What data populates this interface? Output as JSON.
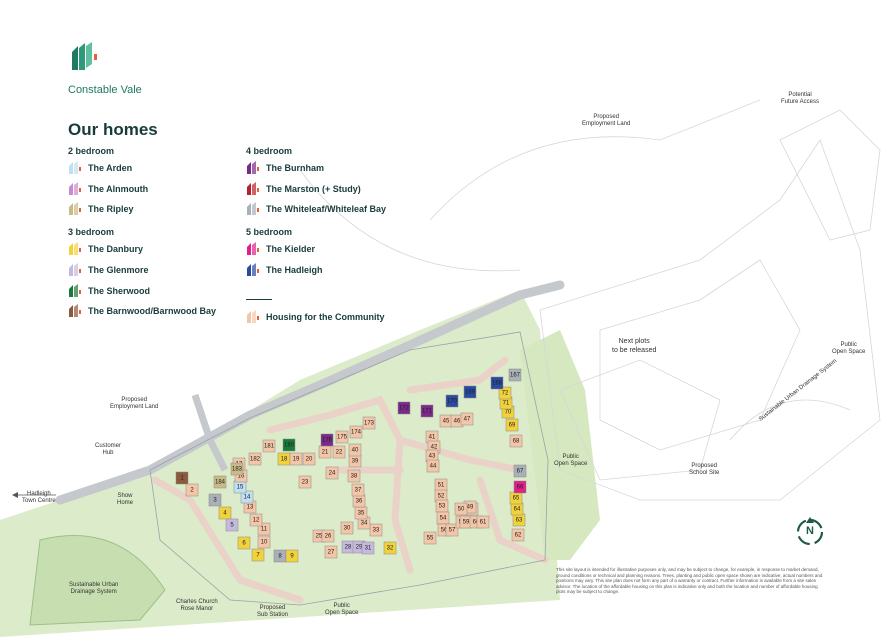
{
  "brand": {
    "name": "Constable Vale"
  },
  "legend": {
    "title": "Our homes",
    "groups": [
      {
        "heading": "2 bedroom",
        "items": [
          {
            "label": "The Arden",
            "color": "#bfe0f2"
          },
          {
            "label": "The Alnmouth",
            "color": "#c98ad0"
          },
          {
            "label": "The Ripley",
            "color": "#c9bb86"
          }
        ]
      },
      {
        "heading": "3 bedroom",
        "items": [
          {
            "label": "The Danbury",
            "color": "#f2d23c"
          },
          {
            "label": "The Glenmore",
            "color": "#c6b9e0"
          },
          {
            "label": "The Sherwood",
            "color": "#1a7a3a"
          },
          {
            "label": "The Barnwood/Barnwood Bay",
            "color": "#8a5a3c"
          }
        ]
      },
      {
        "heading": "4 bedroom",
        "items": [
          {
            "label": "The Burnham",
            "color": "#7a2a8a"
          },
          {
            "label": "The Marston (+ Study)",
            "color": "#b8202a"
          },
          {
            "label": "The Whiteleaf/Whiteleaf Bay",
            "color": "#a8b0b8"
          }
        ]
      },
      {
        "heading": "5 bedroom",
        "items": [
          {
            "label": "The Kielder",
            "color": "#e0208a"
          },
          {
            "label": "The Hadleigh",
            "color": "#2a4aa0"
          }
        ]
      }
    ],
    "community": {
      "label": "Housing for the Community",
      "color": "#f4c6a8"
    }
  },
  "map_labels": {
    "proposed_employment_land_ne": "Proposed\nEmployment Land",
    "potential_future_access": "Potential\nFuture Access",
    "next_plots": "Next plots\nto be released",
    "public_open_space_e": "Public\nOpen Space",
    "suds_e": "Sustainable Urban Drainage System",
    "proposed_school_site": "Proposed\nSchool Site",
    "public_open_space_c": "Public\nOpen Space",
    "proposed_employment_land_w": "Proposed\nEmployment Land",
    "customer_hub": "Customer\nHub",
    "show_home": "Show\nHome",
    "hadleigh_town_centre": "Hadleigh\nTown Centre",
    "suds_sw": "Sustainable Urban\nDrainage System",
    "charles_church": "Charles Church\nRose Manor",
    "proposed_sub_station": "Proposed\nSub Station",
    "public_open_space_s": "Public\nOpen Space"
  },
  "compass": {
    "letter": "N"
  },
  "disclaimer": "This site layout is intended for illustrative purposes only, and may be subject to change, for example, in response to market demand, ground conditions or technical and planning reasons. Trees, planting and public open space shown are indicative, actual numbers and positions may vary. This site plan does not form any part of a warranty or contract. Further information is available from a site sales advisor. The location of the affordable housing on this plan is indicative only and both the location and number of affordable housing plots may be subject to change.",
  "plots": [
    "1",
    "2",
    "3",
    "4",
    "5",
    "6",
    "7",
    "8",
    "9",
    "10",
    "11",
    "12",
    "13",
    "14",
    "15",
    "16",
    "17",
    "18",
    "19",
    "20",
    "21",
    "22",
    "23",
    "24",
    "25",
    "26",
    "27",
    "28",
    "29",
    "30",
    "31",
    "32",
    "33",
    "34",
    "35",
    "36",
    "37",
    "38",
    "39",
    "40",
    "41",
    "42",
    "43",
    "44",
    "45",
    "46",
    "47",
    "48",
    "49",
    "50",
    "51",
    "52",
    "53",
    "54",
    "55",
    "56",
    "57",
    "58",
    "59",
    "60",
    "61",
    "62",
    "63",
    "64",
    "65",
    "66",
    "67",
    "68",
    "69",
    "70",
    "71",
    "72",
    "167",
    "168",
    "169",
    "170",
    "171",
    "172",
    "173",
    "174",
    "175",
    "176",
    "180",
    "181",
    "182",
    "183",
    "184"
  ]
}
